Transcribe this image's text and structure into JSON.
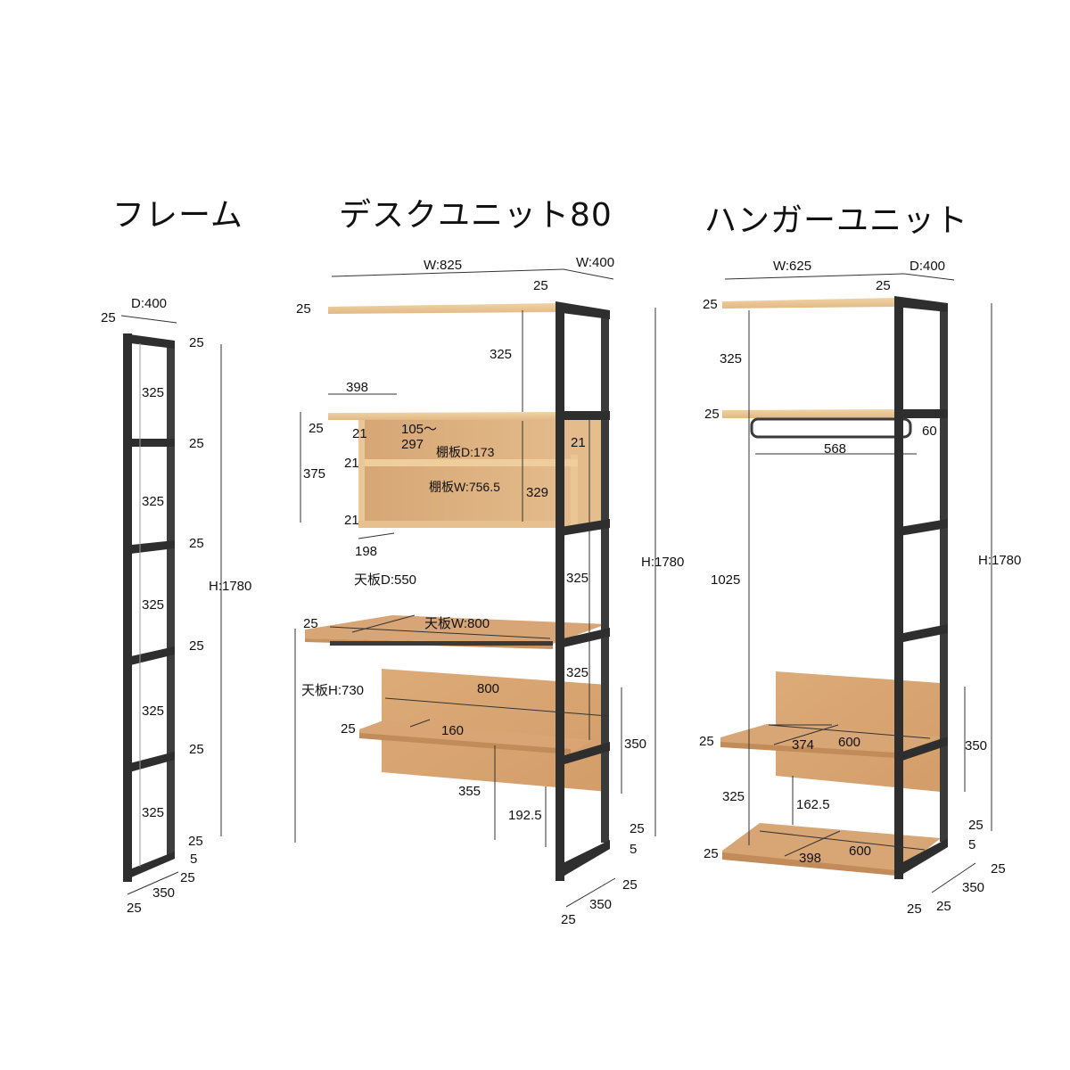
{
  "colors": {
    "wood_light": "#ecc893",
    "wood_mid": "#d9a878",
    "wood_dark": "#c89262",
    "frame": "#2e2e2e",
    "frame_shade": "#4a4a4a",
    "dim_line": "#222222"
  },
  "panels": {
    "frame": {
      "title": "フレーム",
      "dims": {
        "edge_25": "25",
        "depth": "D:400",
        "gap1": "325",
        "gap2": "325",
        "gap3": "325",
        "gap4": "325",
        "gap5": "325",
        "bar1": "25",
        "bar2": "25",
        "bar3": "25",
        "bar4": "25",
        "bar5": "25",
        "bar6": "25",
        "foot": "5",
        "height": "H:1780",
        "base_depth": "350",
        "base_25_right": "25",
        "base_25_left": "25"
      }
    },
    "desk": {
      "title": "デスクユニット80",
      "dims": {
        "width": "W:825",
        "depth": "W:400",
        "offset_25": "25",
        "top_thick": "25",
        "top_gap": "325",
        "shelf_width_398": "398",
        "cabinet_top_thick": "25",
        "cabinet_height": "375",
        "side_21_a": "21",
        "side_21_b": "21",
        "side_21_c": "21",
        "side_21_right": "21",
        "adj_range": "105〜\n297",
        "adj_range_1": "105〜",
        "adj_range_2": "297",
        "shelf_depth": "棚板D:173",
        "shelf_width": "棚板W:756.5",
        "inner_height": "329",
        "cabinet_depth": "198",
        "height": "H:1780",
        "mid_gap_1": "325",
        "desk_depth": "天板D:550",
        "desk_thick": "25",
        "desk_width": "天板W:800",
        "mid_gap_2": "325",
        "desk_height": "天板H:730",
        "panel_width": "800",
        "low_shelf_thick": "25",
        "low_shelf_depth": "160",
        "panel_height": "350",
        "panel_drop": "355",
        "panel_clear": "192.5",
        "bar_25": "25",
        "foot_5": "5",
        "base_25_right": "25",
        "base_depth": "350",
        "base_25_left": "25"
      }
    },
    "hanger": {
      "title": "ハンガーユニット",
      "dims": {
        "width": "W:625",
        "depth": "D:400",
        "offset_25": "25",
        "top_thick": "25",
        "top_gap": "325",
        "second_thick": "25",
        "rod_height": "60",
        "rod_width": "568",
        "hang_gap": "1025",
        "height": "H:1780",
        "shelf_thick": "25",
        "shelf_depth": "374",
        "shelf_width": "600",
        "panel_height": "350",
        "lower_gap": "325",
        "panel_clear": "162.5",
        "bar_25": "25",
        "foot_5": "5",
        "bottom_thick": "25",
        "bottom_depth": "398",
        "bottom_width": "600",
        "base_25_right": "25",
        "base_depth": "350",
        "base_25_a": "25",
        "base_25_b": "25"
      }
    }
  }
}
